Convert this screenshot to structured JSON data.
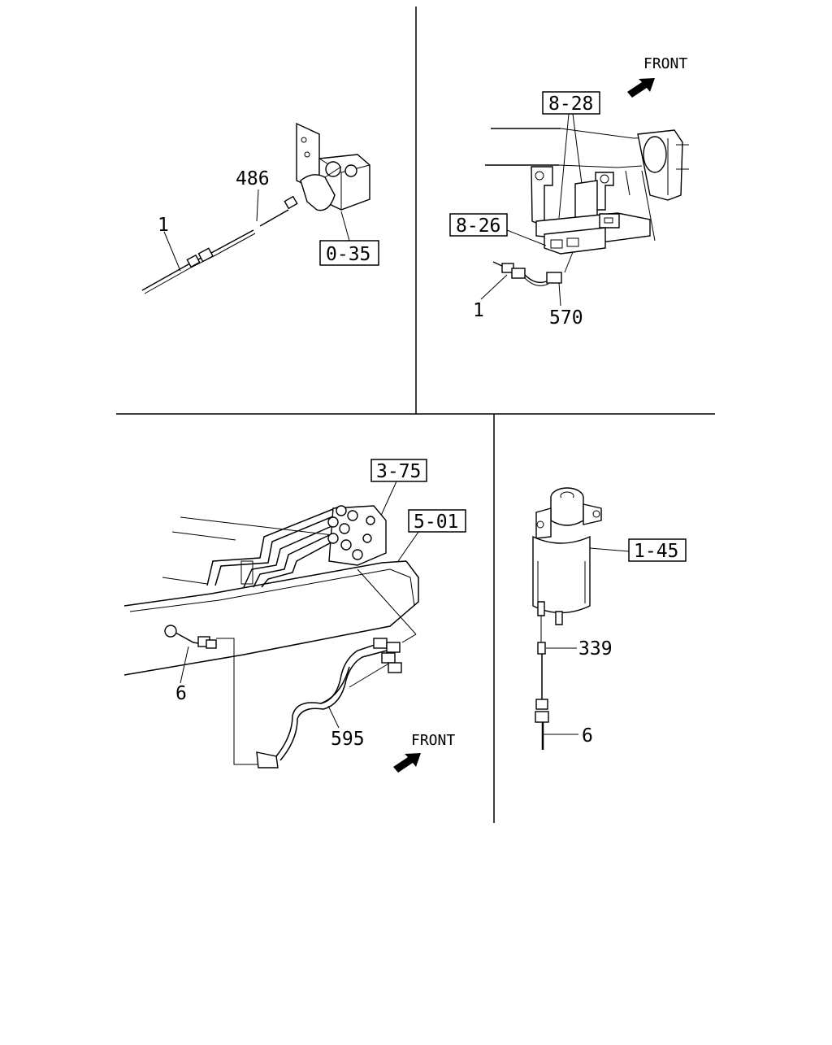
{
  "panels": {
    "top_left": {
      "callouts": {
        "wire": "1",
        "sensor": "486"
      },
      "ref_box": "0-35"
    },
    "top_right": {
      "front_label": "FRONT",
      "ref_boxes": {
        "upper": "8-28",
        "lower": "8-26"
      },
      "callouts": {
        "wire": "1",
        "connector": "570"
      }
    },
    "bottom_left": {
      "ref_boxes": {
        "valve": "3-75",
        "tank": "5-01"
      },
      "callouts": {
        "wire": "6",
        "harness": "595"
      },
      "front_label": "FRONT"
    },
    "bottom_right": {
      "ref_box": "1-45",
      "callouts": {
        "connector": "339",
        "wire": "6"
      }
    }
  }
}
